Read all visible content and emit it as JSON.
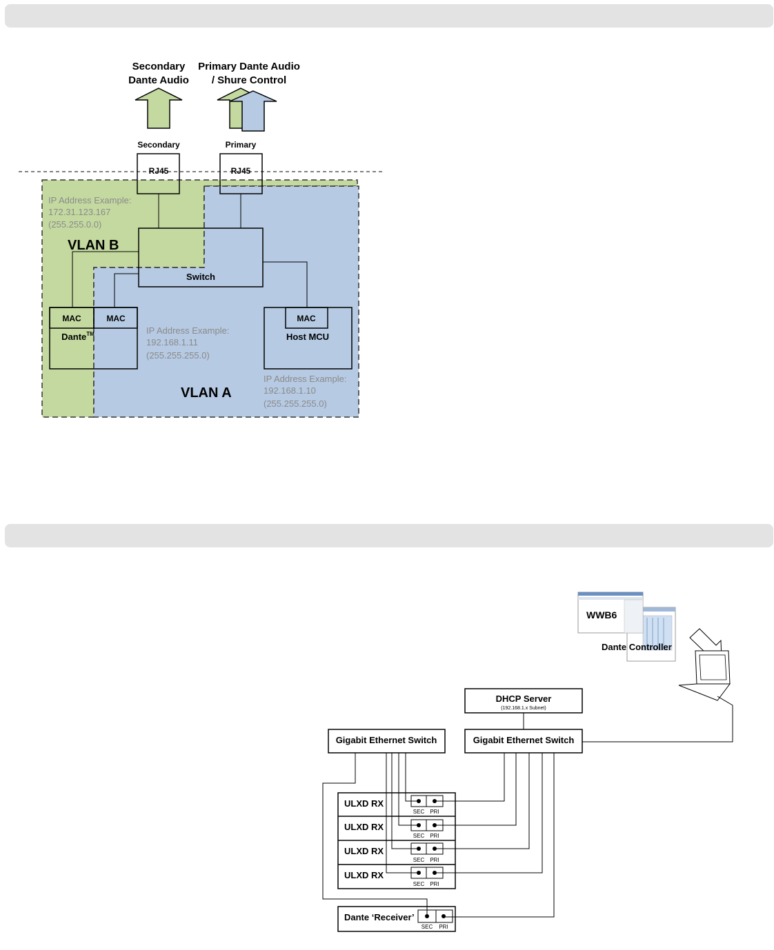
{
  "diagram1": {
    "arrow_secondary_label": [
      "Secondary",
      "Dante Audio"
    ],
    "arrow_primary_label": [
      "Primary Dante Audio",
      "/ Shure Control"
    ],
    "port_secondary_label": "Secondary",
    "port_primary_label": "Primary",
    "rj45": "RJ45",
    "vlan_b": "VLAN B",
    "vlan_a": "VLAN A",
    "switch": "Switch",
    "mac": "MAC",
    "dante": "Dante",
    "dante_tm": "TM",
    "host_mcu": "Host MCU",
    "ip_b": [
      "IP Address Example:",
      "172.31.123.167",
      "(255.255.0.0)"
    ],
    "ip_dante": [
      "IP Address Example:",
      "192.168.1.11",
      "(255.255.255.0)"
    ],
    "ip_host": [
      "IP Address Example:",
      "192.168.1.10",
      "(255.255.255.0)"
    ],
    "colors": {
      "vlan_b": "#c4d9a0",
      "vlan_a": "#b6cae3"
    }
  },
  "diagram2": {
    "wwb6": "WWB6",
    "dante_controller": "Dante Controller",
    "dhcp_server": "DHCP Server",
    "dhcp_subnet": "(192.168.1.x Subnet)",
    "switch_left": "Gigabit Ethernet Switch",
    "switch_right": "Gigabit Ethernet Switch",
    "ulxd_rx": "ULXD RX",
    "sec": "SEC",
    "pri": "PRI",
    "dante_receiver": "Dante ‘Receiver’"
  }
}
